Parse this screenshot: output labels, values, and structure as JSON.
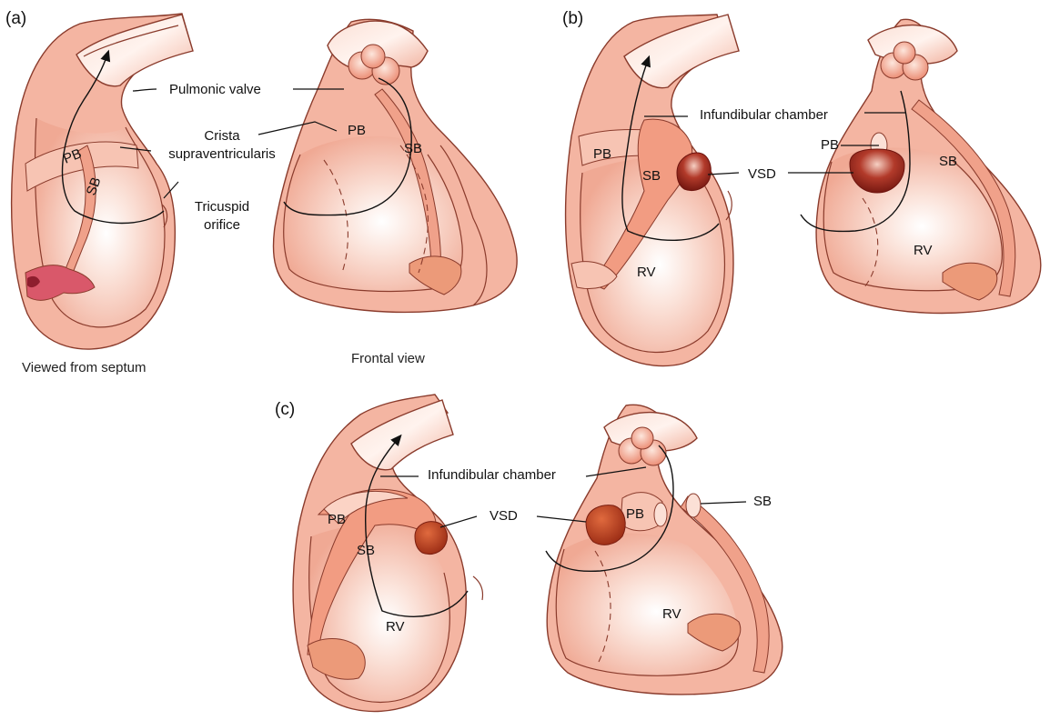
{
  "panels": {
    "a": {
      "letter": "(a)",
      "caption_left": "Viewed from septum",
      "caption_right": "Frontal view",
      "labels": {
        "pulmonic_valve": "Pulmonic valve",
        "crista_line1": "Crista",
        "crista_line2": "supraventricularis",
        "tricuspid_line1": "Tricuspid",
        "tricuspid_line2": "orifice",
        "pb_left": "PB",
        "sb_left": "SB",
        "pb_right": "PB",
        "sb_right": "SB"
      }
    },
    "b": {
      "letter": "(b)",
      "labels": {
        "infundibular_chamber": "Infundibular chamber",
        "vsd": "VSD",
        "pb_left": "PB",
        "sb_left": "SB",
        "rv_left": "RV",
        "pb_right": "PB",
        "sb_right": "SB",
        "rv_right": "RV"
      }
    },
    "c": {
      "letter": "(c)",
      "labels": {
        "infundibular_chamber": "Infundibular chamber",
        "vsd": "VSD",
        "pb_left": "PB",
        "sb_left": "SB",
        "rv_left": "RV",
        "pb_right": "PB",
        "sb_right": "SB",
        "rv_right": "RV"
      }
    }
  },
  "colors": {
    "tissue_light": "#f7d2c4",
    "tissue_mid": "#f2b3a0",
    "tissue_deep": "#eb9a86",
    "band": "#f4a58e",
    "outline": "#8a3b2c",
    "vsd_dark": "#8e1e16",
    "vsd_mid": "#c04a2c",
    "papillary": "#e8876a"
  }
}
